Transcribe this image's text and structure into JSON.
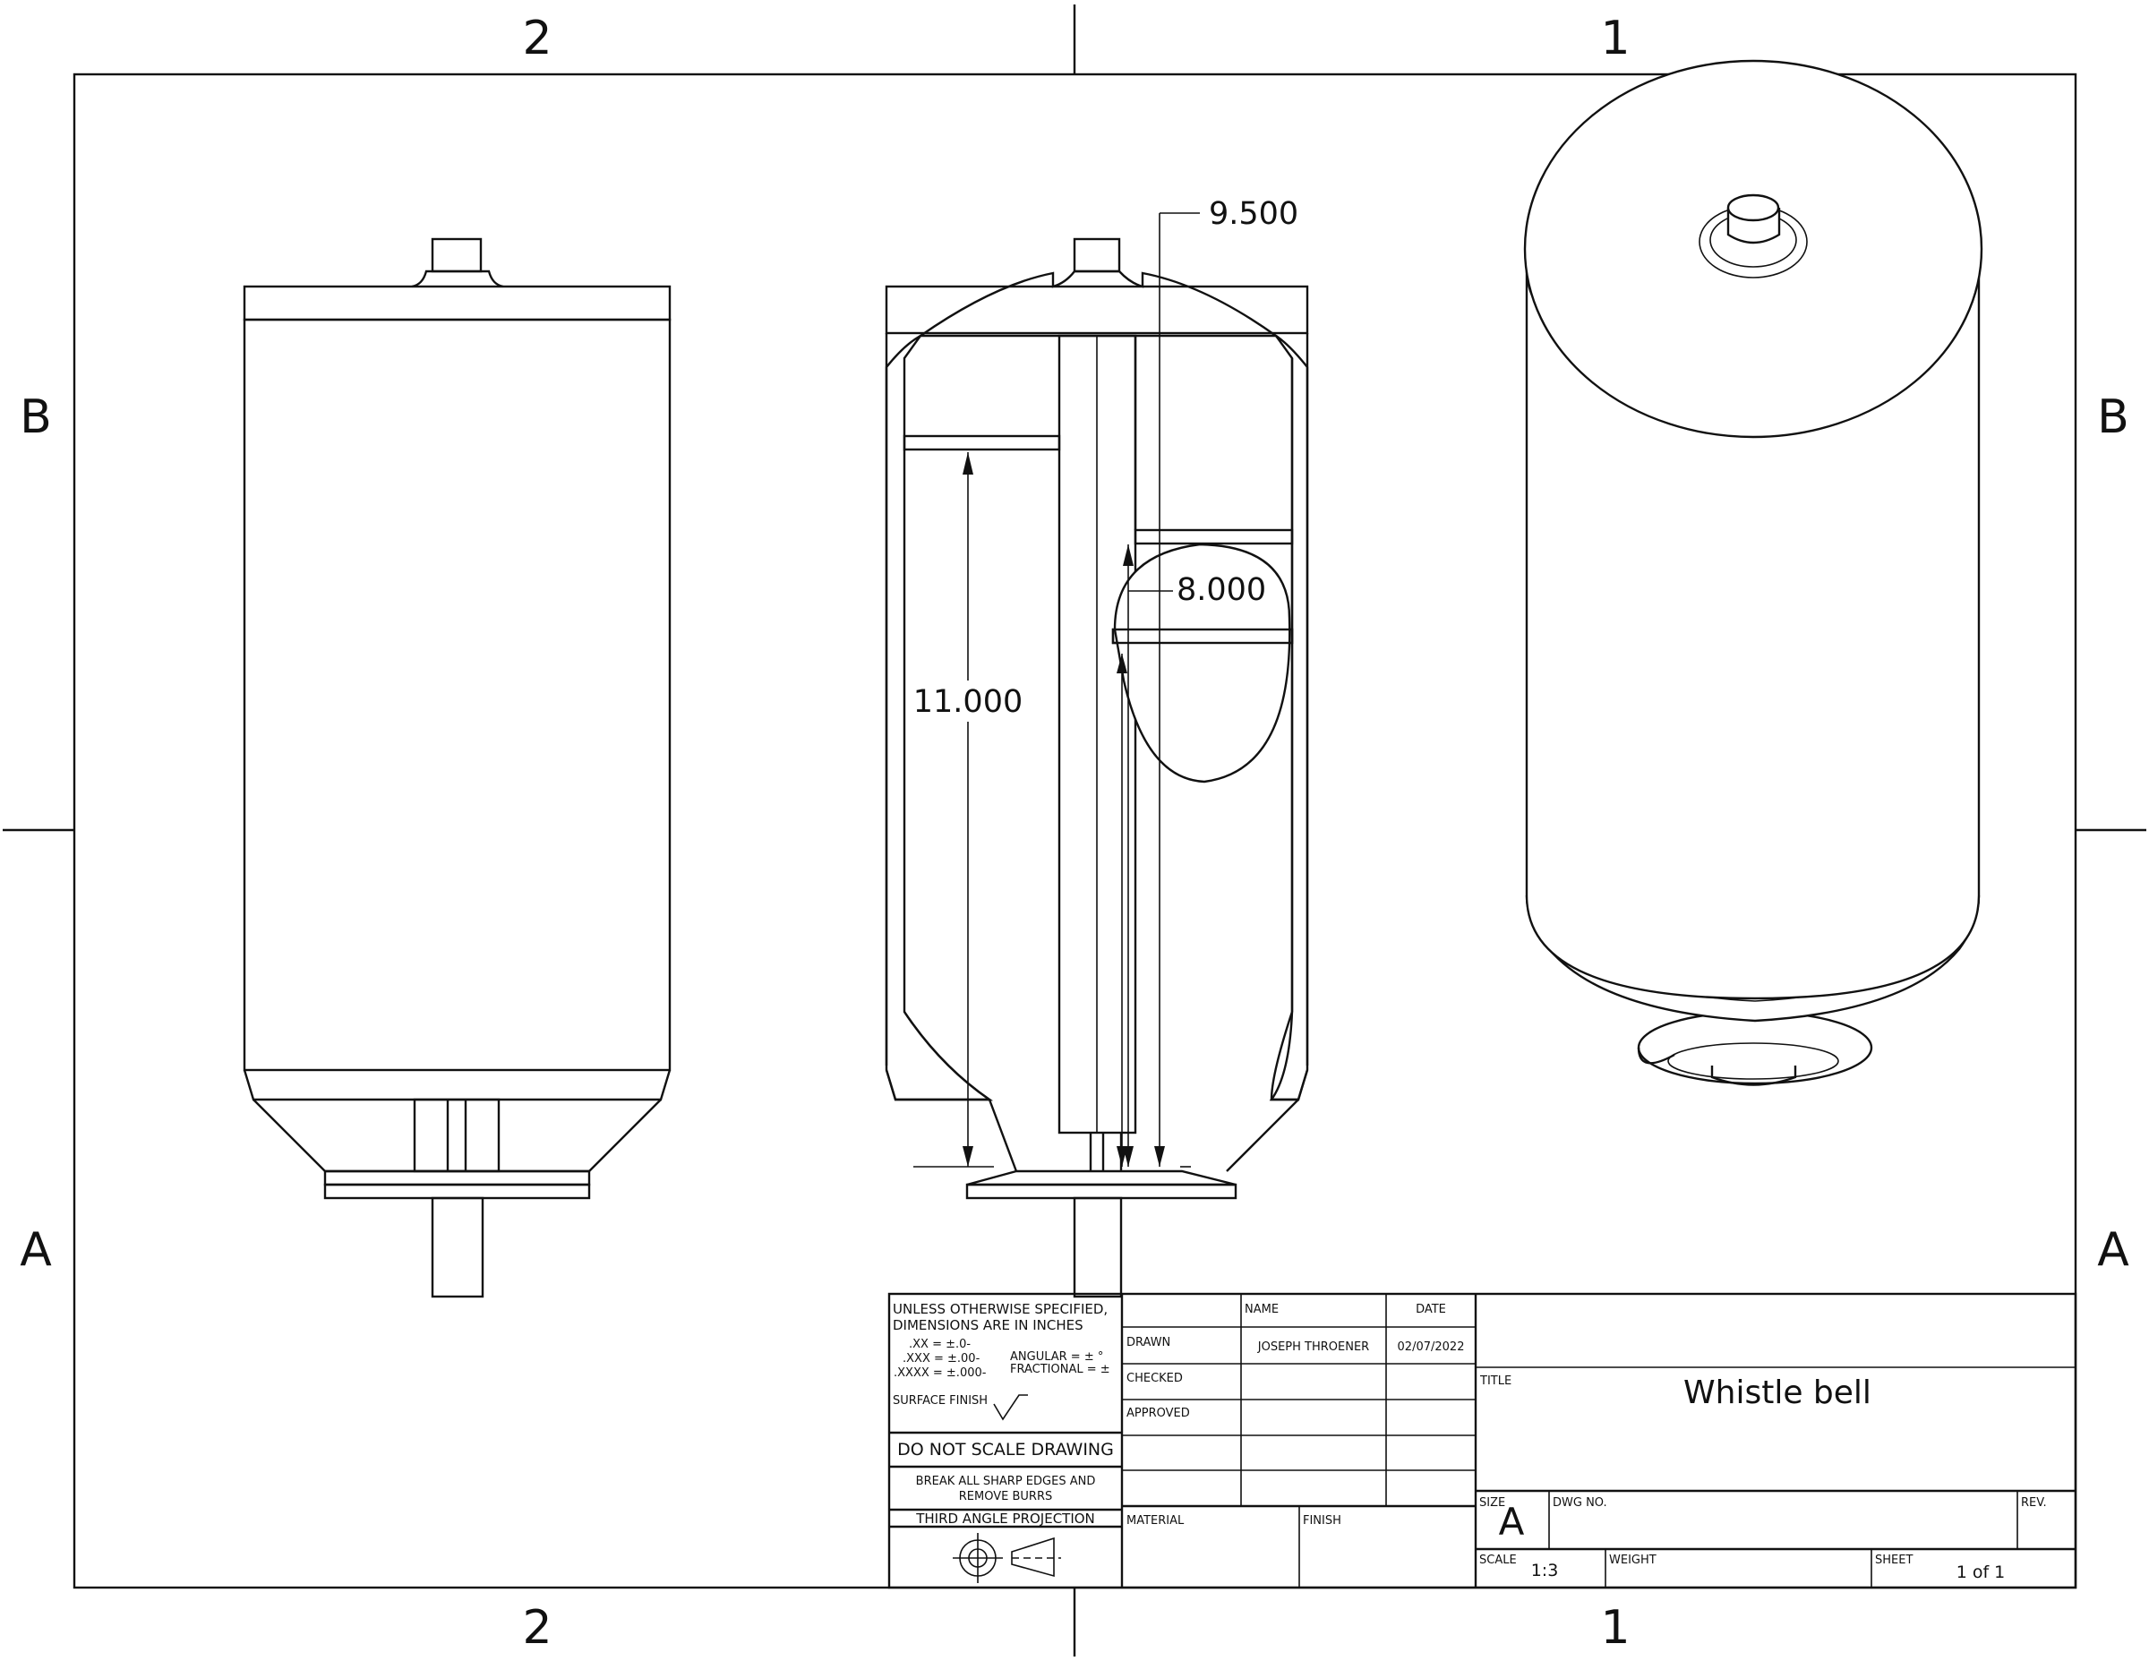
{
  "zones": {
    "col_left": "2",
    "col_right": "1",
    "row_top": "B",
    "row_bottom": "A"
  },
  "dimensions": {
    "d1": "9.500",
    "d2": "8.000",
    "d3": "11.000"
  },
  "notes": {
    "line1": "UNLESS OTHERWISE SPECIFIED,",
    "line2": "DIMENSIONS ARE IN INCHES",
    "xx": ".XX = ±.0-",
    "xxx": ".XXX = ±.00-",
    "xxxx": ".XXXX = ±.000-",
    "angular": "ANGULAR = ± °",
    "fractional": "FRACTIONAL = ±",
    "surface": "SURFACE FINISH",
    "no_scale": "DO NOT SCALE DRAWING",
    "burrs1": "BREAK ALL SHARP EDGES AND",
    "burrs2": "REMOVE BURRS",
    "projection": "THIRD ANGLE PROJECTION"
  },
  "title_block": {
    "name_header": "NAME",
    "date_header": "DATE",
    "drawn_label": "DRAWN",
    "drawn_name": "JOSEPH THROENER",
    "drawn_date": "02/07/2022",
    "checked_label": "CHECKED",
    "approved_label": "APPROVED",
    "material_label": "MATERIAL",
    "finish_label": "FINISH",
    "title_label": "TITLE",
    "title": "Whistle bell",
    "size_label": "SIZE",
    "size": "A",
    "dwg_label": "DWG NO.",
    "rev_label": "REV.",
    "scale_label": "SCALE",
    "scale": "1:3",
    "weight_label": "WEIGHT",
    "sheet_label": "SHEET",
    "sheet": "1 of 1"
  }
}
